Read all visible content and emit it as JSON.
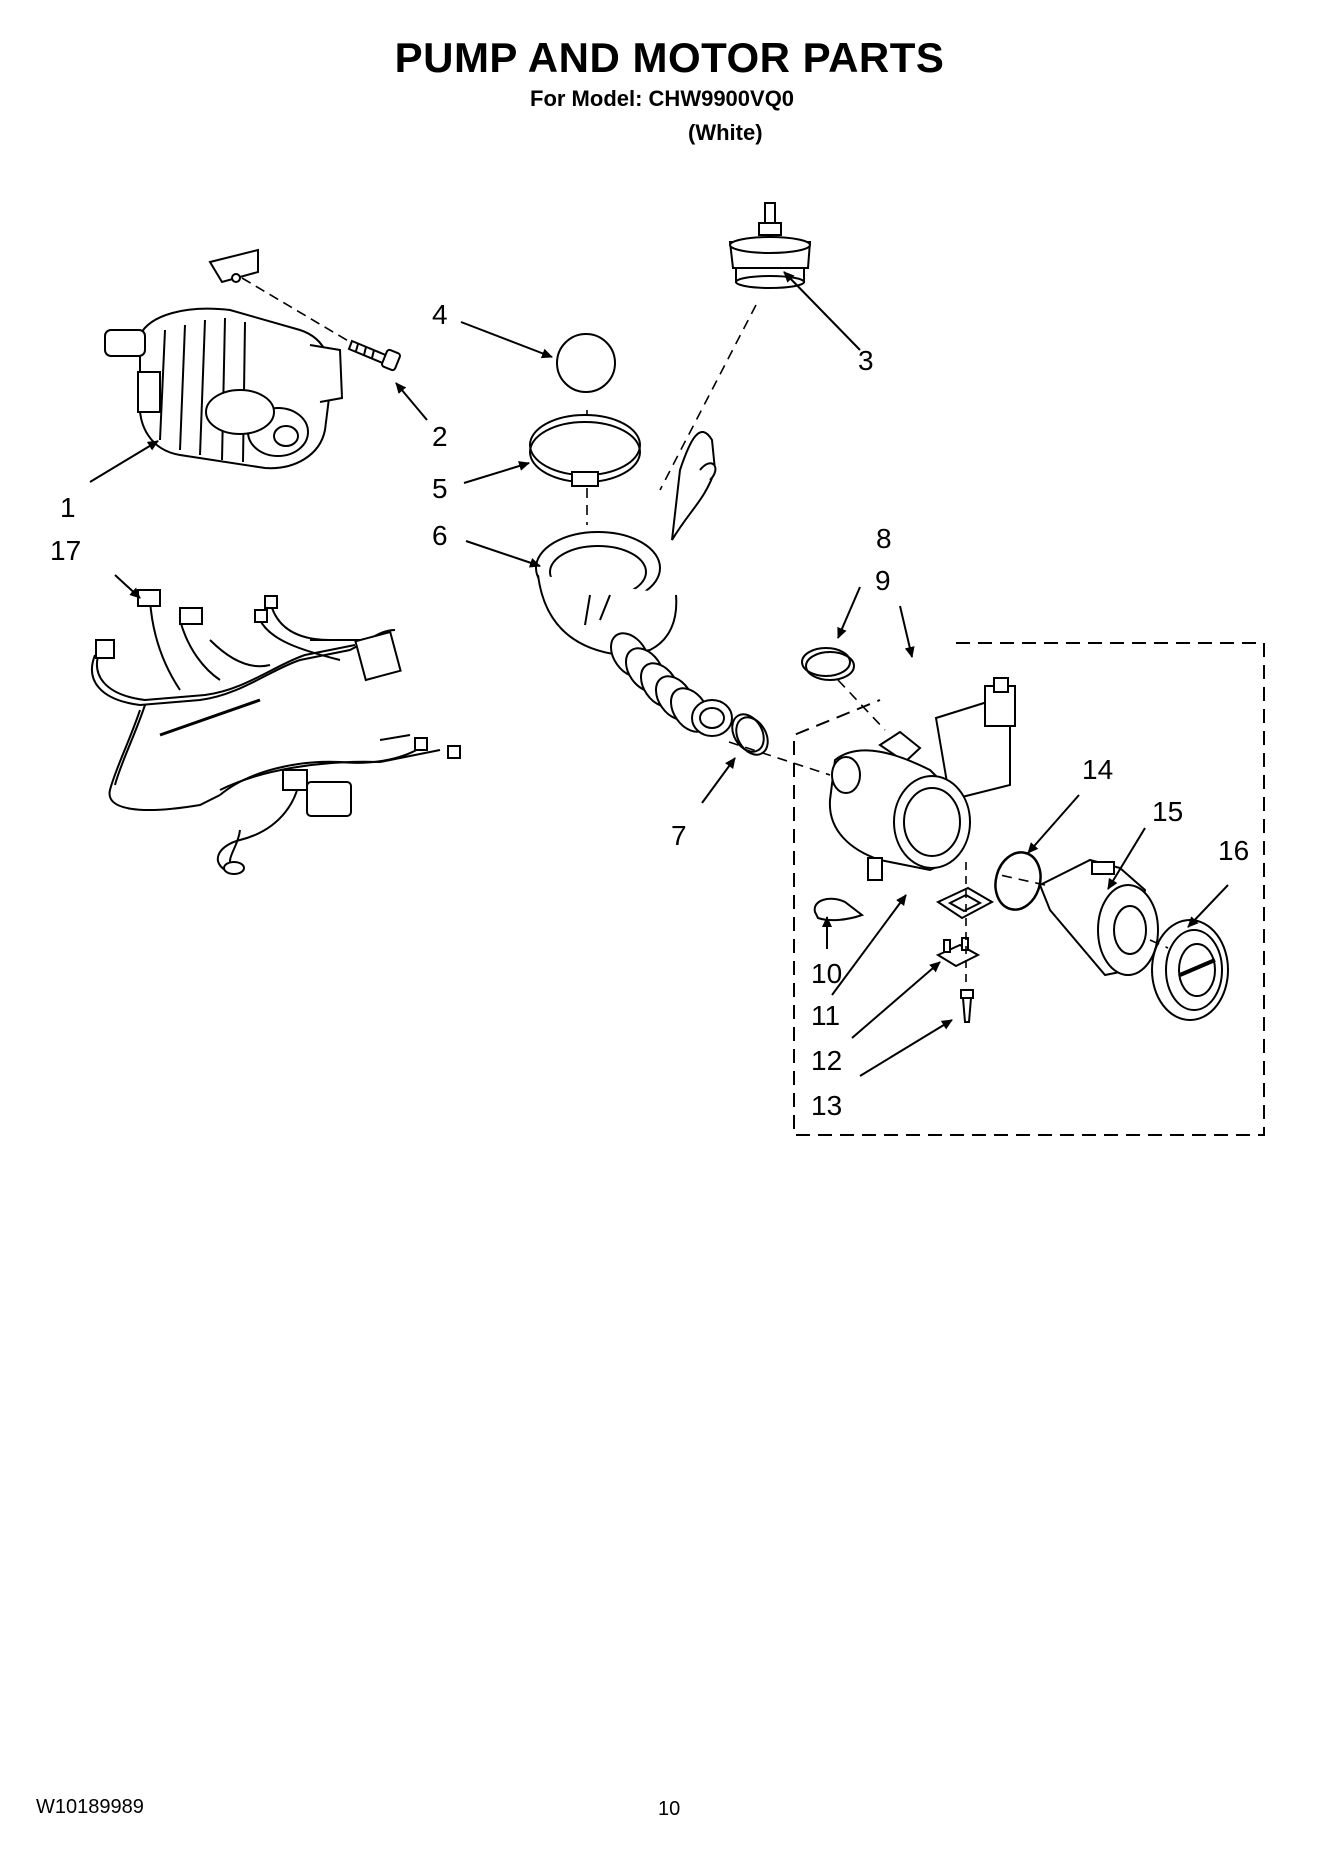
{
  "page": {
    "title": "PUMP AND MOTOR PARTS",
    "model_line": "For Model: CHW9900VQ0",
    "variant": "(White)",
    "doc_number": "W10189989",
    "page_number": "10"
  },
  "callouts": [
    "1",
    "2",
    "3",
    "4",
    "5",
    "6",
    "7",
    "8",
    "9",
    "10",
    "11",
    "12",
    "13",
    "14",
    "15",
    "16",
    "17"
  ]
}
